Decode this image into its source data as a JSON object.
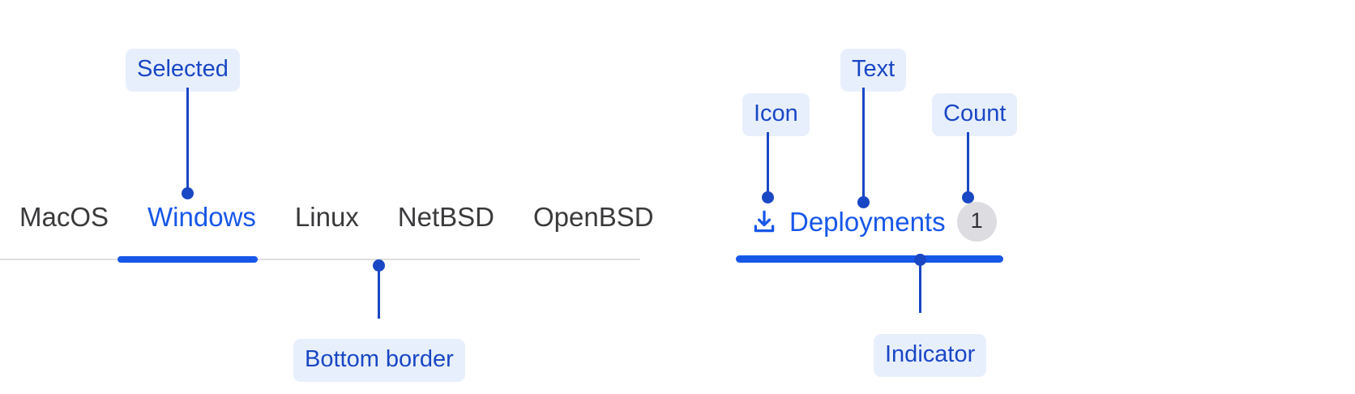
{
  "accent_blue": "#1757e8",
  "annotation_blue": "#1a47c4",
  "annotation_bg": "#e8effc",
  "tab_text_color": "#3a3a3c",
  "badge_bg": "#dcdce1",
  "divider_color": "#dedede",
  "left_tabstrip": {
    "name": "os-tabs",
    "tabs": [
      {
        "label": "MacOS",
        "selected": false
      },
      {
        "label": "Windows",
        "selected": true
      },
      {
        "label": "Linux",
        "selected": false
      },
      {
        "label": "NetBSD",
        "selected": false
      },
      {
        "label": "OpenBSD",
        "selected": false
      }
    ]
  },
  "right_tabstrip": {
    "name": "deployments-tab",
    "icon": "download-icon",
    "label": "Deployments",
    "count": "1",
    "selected": true
  },
  "annotations": [
    {
      "id": "selected",
      "label": "Selected",
      "target": "selected-tab-label"
    },
    {
      "id": "bottom-border",
      "label": "Bottom border",
      "target": "tabstrip-divider"
    },
    {
      "id": "icon",
      "label": "Icon",
      "target": "download-icon"
    },
    {
      "id": "text",
      "label": "Text",
      "target": "deployments-label"
    },
    {
      "id": "count",
      "label": "Count",
      "target": "count-badge"
    },
    {
      "id": "indicator",
      "label": "Indicator",
      "target": "active-indicator-bar"
    }
  ]
}
